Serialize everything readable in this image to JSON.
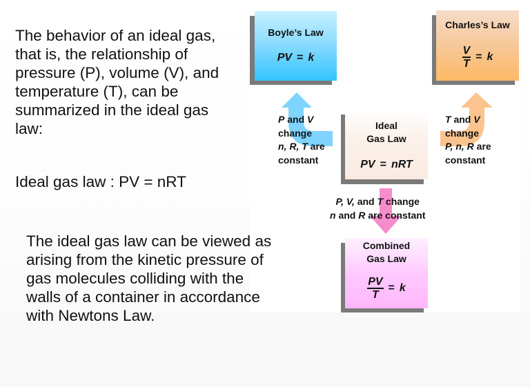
{
  "slide": {
    "intro_lines": [
      "The behavior of an ideal gas,",
      "that is, the relationship of",
      "pressure (P), volume (V), and",
      "temperature (T), can be",
      "summarized in the ideal gas",
      "law:"
    ],
    "formula_line": "Ideal gas law : PV = nRT",
    "kinetic_lines": [
      "The ideal gas law can be viewed as",
      "arising from the kinetic pressure of",
      "gas molecules colliding with the",
      "walls of a container in accordance",
      "with Newtons Law."
    ]
  },
  "diagram": {
    "boyle": {
      "title": "Boyle’s Law",
      "eq_left": "PV",
      "eq_op": "=",
      "eq_right": "k",
      "color": "#33c4ff"
    },
    "charles": {
      "title": "Charles’s Law",
      "num": "V",
      "den": "T",
      "eq_op": "=",
      "eq_right": "k",
      "color": "#fdb966"
    },
    "ideal": {
      "title_line1": "Ideal",
      "title_line2": "Gas Law",
      "eq_left": "PV",
      "eq_op": "=",
      "eq_right": "nRT",
      "color": "#f8ebe2"
    },
    "combined": {
      "title_line1": "Combined",
      "title_line2": "Gas Law",
      "num": "PV",
      "den": "T",
      "eq_op": "=",
      "eq_right": "k",
      "color": "#ffb6fb"
    },
    "label_boyle": {
      "l1_var1": "P",
      "l1_and": " and ",
      "l1_var2": "V",
      "l2": "change",
      "l3_vars": "n, R, T",
      "l3_rest": " are",
      "l4": "constant"
    },
    "label_charles": {
      "l1_var1": "T",
      "l1_and": " and ",
      "l1_var2": "V",
      "l2": "change",
      "l3_vars": "P, n, R",
      "l3_rest": " are",
      "l4": "constant"
    },
    "label_combined": {
      "l1_vars": "P, V,",
      "l1_and": " and ",
      "l1_var": "T",
      "l1_rest": " change",
      "l2_var1": "n",
      "l2_and": " and ",
      "l2_var2": "R",
      "l2_rest": " are constant"
    },
    "arrow_colors": {
      "boyle": "#7fd3ff",
      "charles": "#fbc48e",
      "combined": "#f58ccb"
    }
  }
}
